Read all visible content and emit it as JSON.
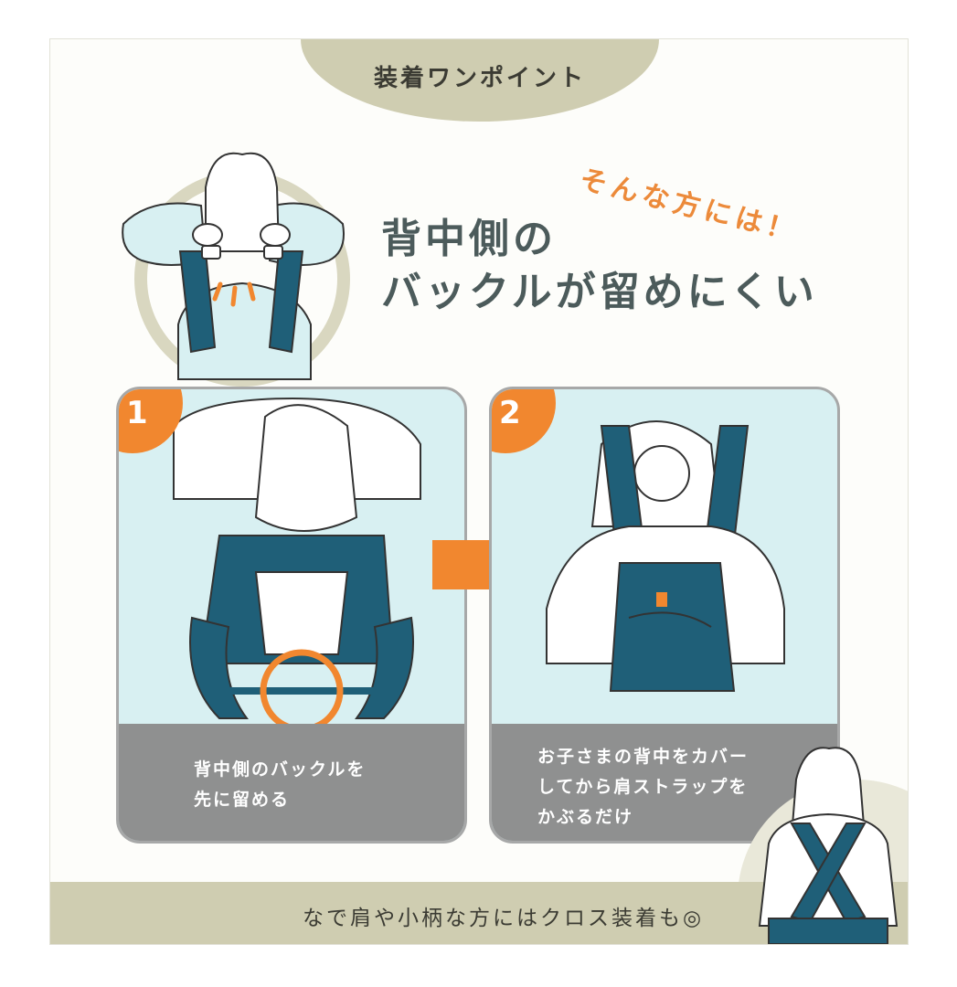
{
  "header": {
    "label": "装着ワンポイント"
  },
  "intro": {
    "tagline": "そんな方には！",
    "headline_line1": "背中側の",
    "headline_line2": "バックルが留めにくい"
  },
  "steps": [
    {
      "number": "1",
      "caption_line1": "背中側のバックルを",
      "caption_line2": "先に留める"
    },
    {
      "number": "2",
      "caption_line1": "お子さまの背中をカバー",
      "caption_line2": "してから肩ストラップを",
      "caption_line3": "かぶるだけ"
    }
  ],
  "footer": {
    "note": "なで肩や小柄な方にはクロス装着も◎"
  },
  "colors": {
    "accent_orange": "#f1872f",
    "olive": "#cfcdb1",
    "teal": "#1f5f78",
    "panel_bg": "#d8f0f2",
    "caption_gray": "#8f9090"
  },
  "icons": [
    "arrow-right-icon",
    "buckle-highlight-icon"
  ]
}
